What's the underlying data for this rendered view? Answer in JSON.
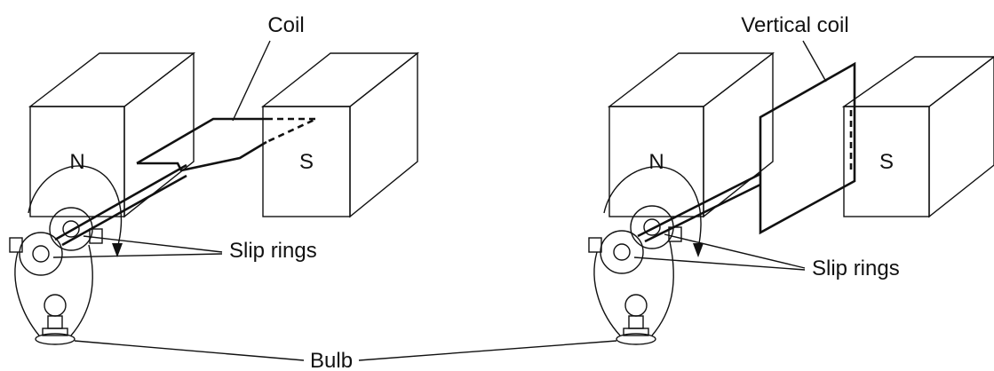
{
  "left_diagram": {
    "coil_label": "Coil",
    "slip_rings_label": "Slip rings",
    "north_label": "N",
    "south_label": "S"
  },
  "right_diagram": {
    "coil_label": "Vertical coil",
    "slip_rings_label": "Slip rings",
    "north_label": "N",
    "south_label": "S"
  },
  "bulb_label": "Bulb",
  "colors": {
    "magnet_front": "#d8d8d8",
    "magnet_side": "#ffffff",
    "ring_dark": "#3a3a3a",
    "ring_light": "#cfcfcf",
    "ink": "#111111"
  }
}
